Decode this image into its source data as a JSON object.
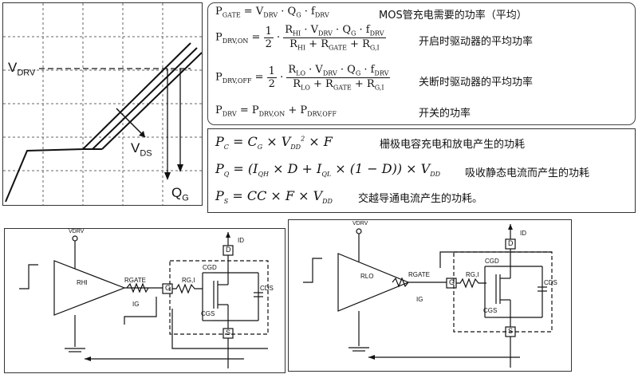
{
  "graph": {
    "v_drv_label": "V",
    "v_drv_sub": "DRV",
    "v_ds_label": "V",
    "v_ds_sub": "DS",
    "q_g_label": "Q",
    "q_g_sub": "G"
  },
  "power_box": {
    "eq1": {
      "lhs": "P",
      "lhs_sub": "GATE",
      "rhs": "= V DRV · Q G · f DRV",
      "note": "MOS管充电需要的功率（平均）"
    },
    "eq2": {
      "lhs": "P",
      "lhs_sub": "DRV,ON",
      "half": "1/2",
      "num": "R_HI · V_DRV · Q_G · f_DRV",
      "den": "R_HI + R_GATE + R_G,I",
      "note": "开启时驱动器的平均功率"
    },
    "eq3": {
      "lhs": "P",
      "lhs_sub": "DRV,OFF",
      "half": "1/2",
      "num": "R_LO · V_DRV · Q_G · f_DRV",
      "den": "R_LO + R_GATE + R_G,I",
      "note": "关断时驱动器的平均功率"
    },
    "eq4": {
      "lhs": "P",
      "lhs_sub": "DRV",
      "rhs": "= P_DRV,ON + P_DRV,OFF",
      "note": "开关的功率"
    }
  },
  "loss_box": {
    "eq1": {
      "text": "P_C = C_G × V_DD² × F",
      "note": "栅极电容充电和放电产生的功耗"
    },
    "eq2": {
      "text": "P_Q = (I_QH × D + I_QL × (1 − D)) × V_DD",
      "note": "吸收静态电流而产生的功耗"
    },
    "eq3": {
      "text": "P_S = CC × F × V_DD",
      "note": "交越导通电流产生的功耗。"
    }
  },
  "circuit_left": {
    "vdrv": "VDRV",
    "r_driver": "RHI",
    "r_gate": "RGATE",
    "r_gi": "RG,I",
    "cgd": "CGD",
    "cgs": "CGS",
    "cds": "CDS",
    "ig": "IG",
    "id": "ID",
    "g": "G",
    "d": "D",
    "s": "S"
  },
  "circuit_right": {
    "vdrv": "VDRV",
    "r_driver": "RLO",
    "r_gate": "RGATE",
    "r_gi": "RG,I",
    "cgd": "CGD",
    "cgs": "CGS",
    "cds": "CDS",
    "ig": "IG",
    "id": "ID",
    "g": "G",
    "d": "D",
    "s": "S"
  }
}
